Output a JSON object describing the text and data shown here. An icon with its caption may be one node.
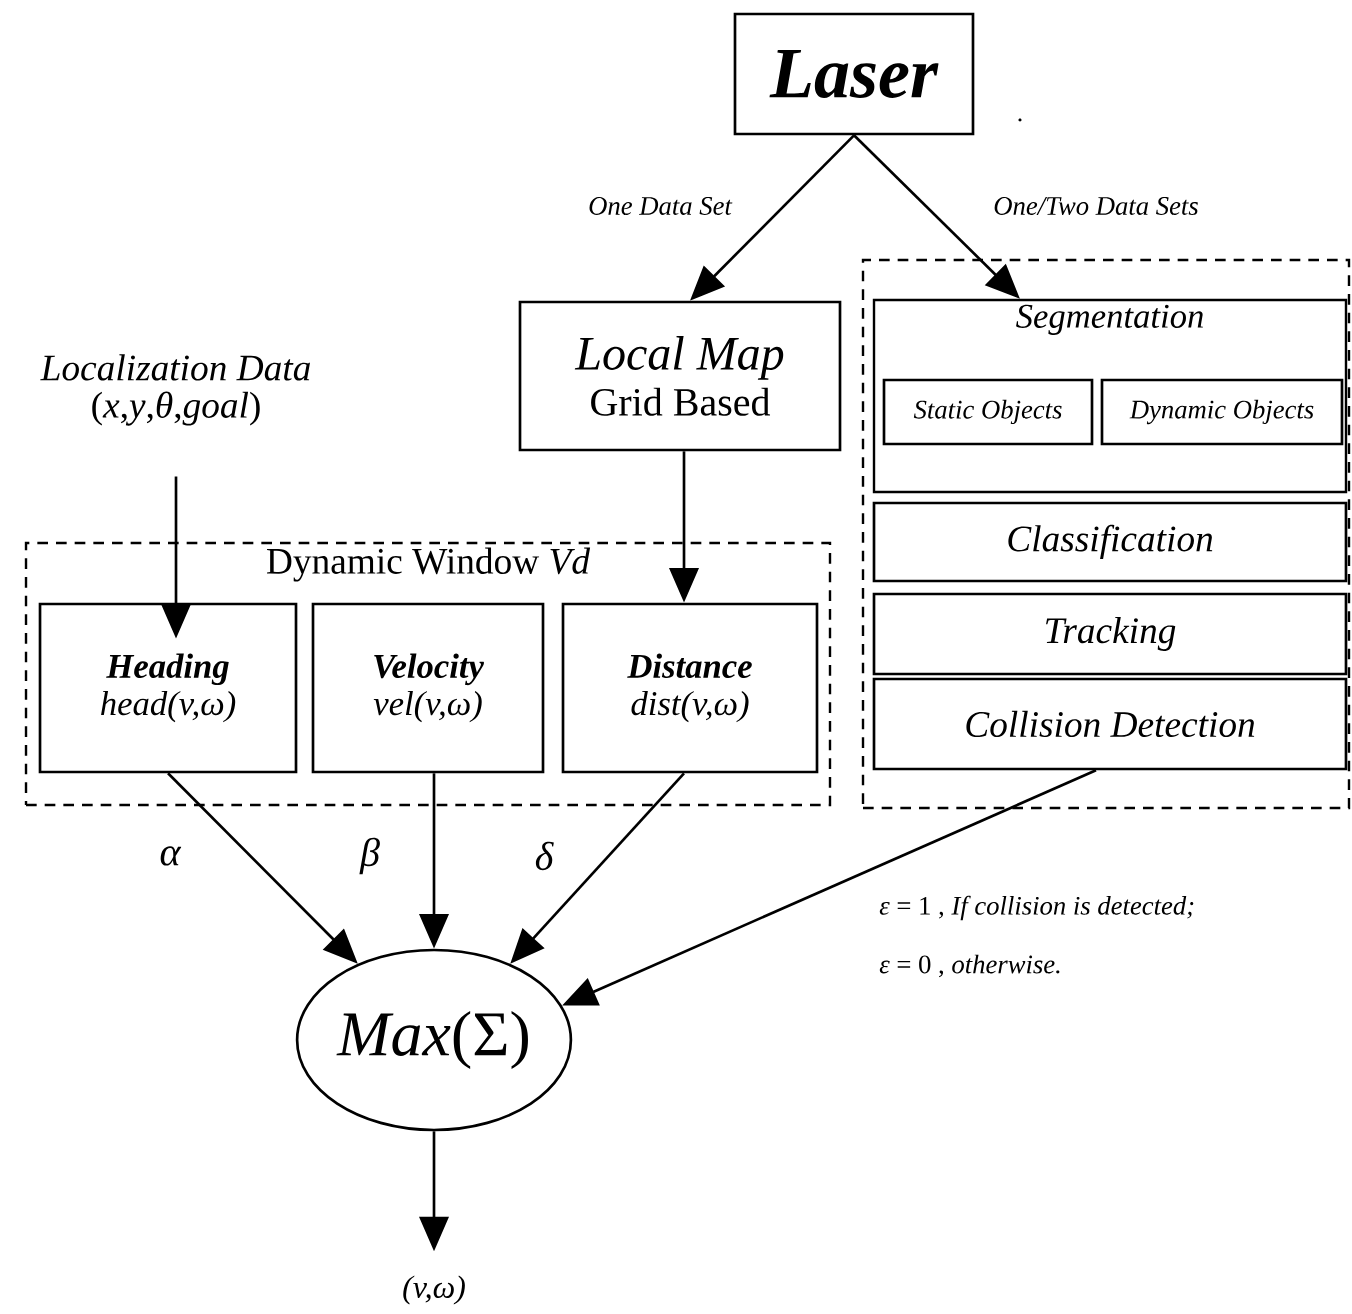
{
  "diagram": {
    "nodes": [
      {
        "text": [
          "Laser"
        ]
      },
      {
        "text": [
          "Local Map",
          "Grid Based"
        ]
      },
      {
        "text": [],
        "shape": "box"
      },
      {
        "text": [
          "Segmentation"
        ],
        "in": 2
      },
      {
        "text": [
          "Static Objects"
        ],
        "in": 3
      },
      {
        "text": [
          "Dynamic Objects"
        ],
        "in": 3
      },
      {
        "text": [
          "Classification"
        ],
        "in": 2
      },
      {
        "text": [
          "Tracking"
        ],
        "in": 2
      },
      {
        "text": [
          "Collision Detection"
        ],
        "in": 2
      },
      {
        "text": [
          "Localization Data",
          "(*x*,*y*,*θ*,*goal*)"
        ]
      },
      {
        "text": [
          "Dynamic Window *Vd*"
        ]
      },
      {
        "text": [
          "Heading",
          "head(v,ω)"
        ],
        "in": 10
      },
      {
        "text": [
          "Velocity",
          "vel(v,ω)"
        ],
        "in": 10
      },
      {
        "text": [
          "Distance",
          "dist(v,ω)"
        ],
        "in": 10
      },
      {
        "text": [
          "*Max*(Σ)"
        ]
      },
      {
        "text": [
          "(v,ω)"
        ]
      }
    ],
    "edges": [
      {
        "from": 0,
        "to": 1,
        "arrow": "to",
        "label": "One Data Set"
      },
      {
        "from": 0,
        "to": 3,
        "arrow": "to",
        "label": "One/Two Data Sets"
      },
      {
        "from": 9,
        "to": 11,
        "arrow": "to"
      },
      {
        "from": 1,
        "to": 13,
        "arrow": "to"
      },
      {
        "from": 11,
        "to": 14,
        "arrow": "to",
        "label": "α"
      },
      {
        "from": 12,
        "to": 14,
        "arrow": "to",
        "label": "β"
      },
      {
        "from": 13,
        "to": 14,
        "arrow": "to",
        "label": "δ"
      },
      {
        "from": 8,
        "to": 14,
        "arrow": "to"
      },
      {
        "from": 14,
        "to": 15,
        "arrow": "to"
      }
    ],
    "labels": [
      ".",
      "*ε* = 1 , *If collision is detected;*",
      "*ε* = 0 , *otherwise.*"
    ]
  }
}
